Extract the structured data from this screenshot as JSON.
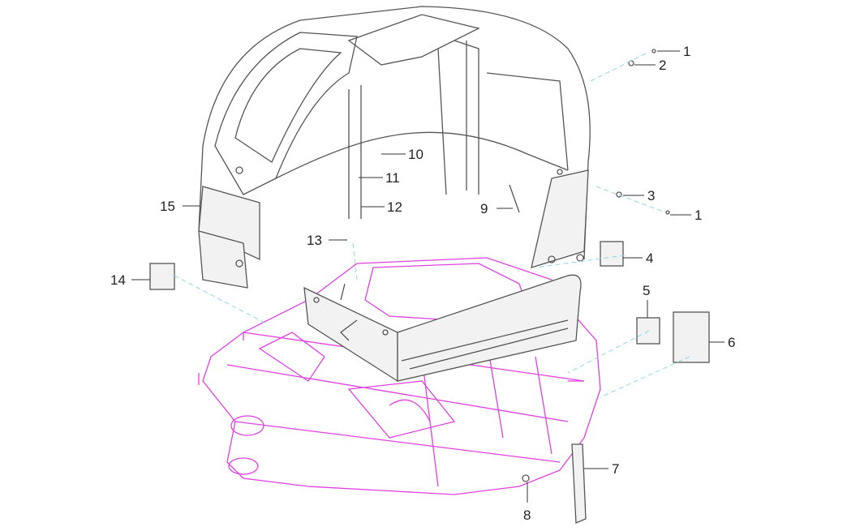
{
  "diagram": {
    "title": "Cab and frame exploded parts view",
    "colors": {
      "cab": "#555555",
      "frame": "#e040e0",
      "guide": "#8fd8e8"
    },
    "callouts": [
      "1",
      "2",
      "3",
      "1",
      "4",
      "5",
      "6",
      "7",
      "8",
      "9",
      "10",
      "11",
      "12",
      "13",
      "14",
      "15"
    ]
  }
}
